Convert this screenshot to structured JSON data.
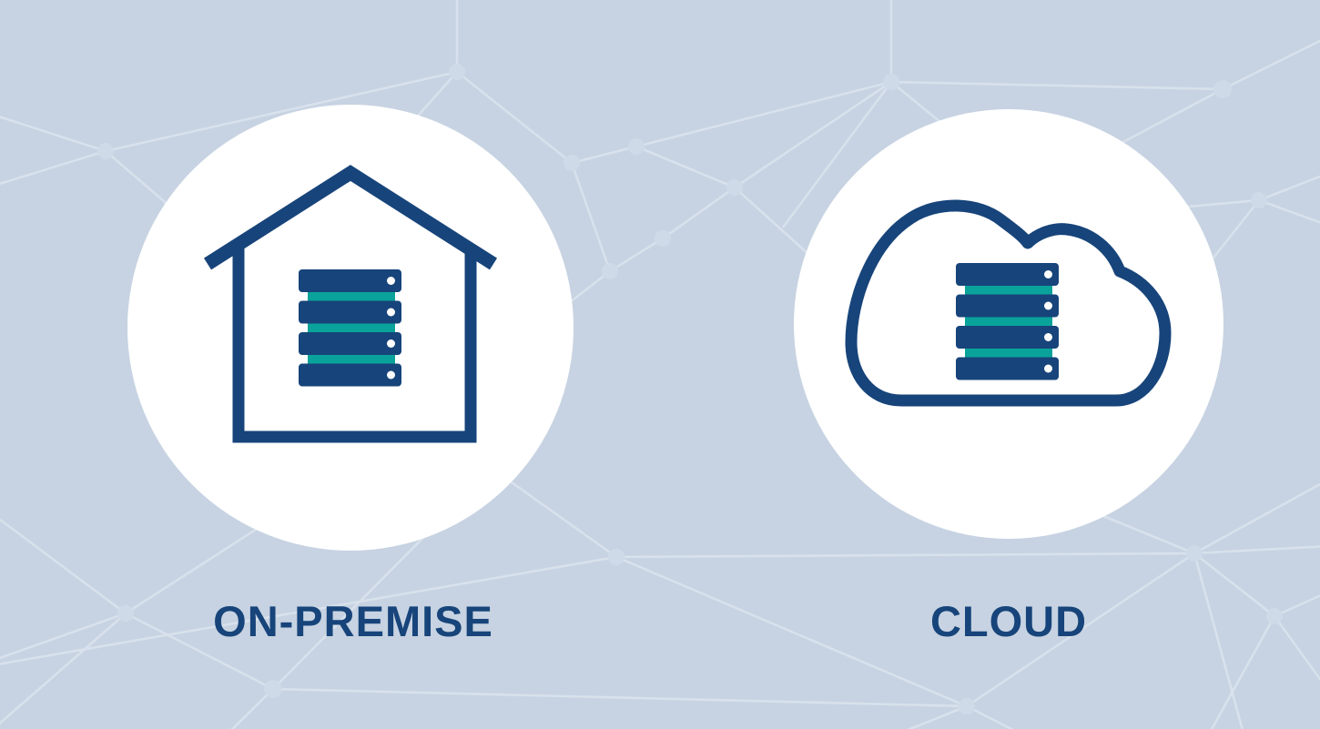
{
  "labels": {
    "left": "ON-PREMISE",
    "right": "CLOUD"
  },
  "icons": {
    "left": "house-with-server-rack",
    "right": "cloud-with-server-rack"
  },
  "colors": {
    "background": "#c7d3e2",
    "navy": "#17447a",
    "teal": "#0aa39b",
    "white": "#ffffff",
    "plexus_line": "#d8e1ec",
    "plexus_node": "#cfdae8"
  }
}
